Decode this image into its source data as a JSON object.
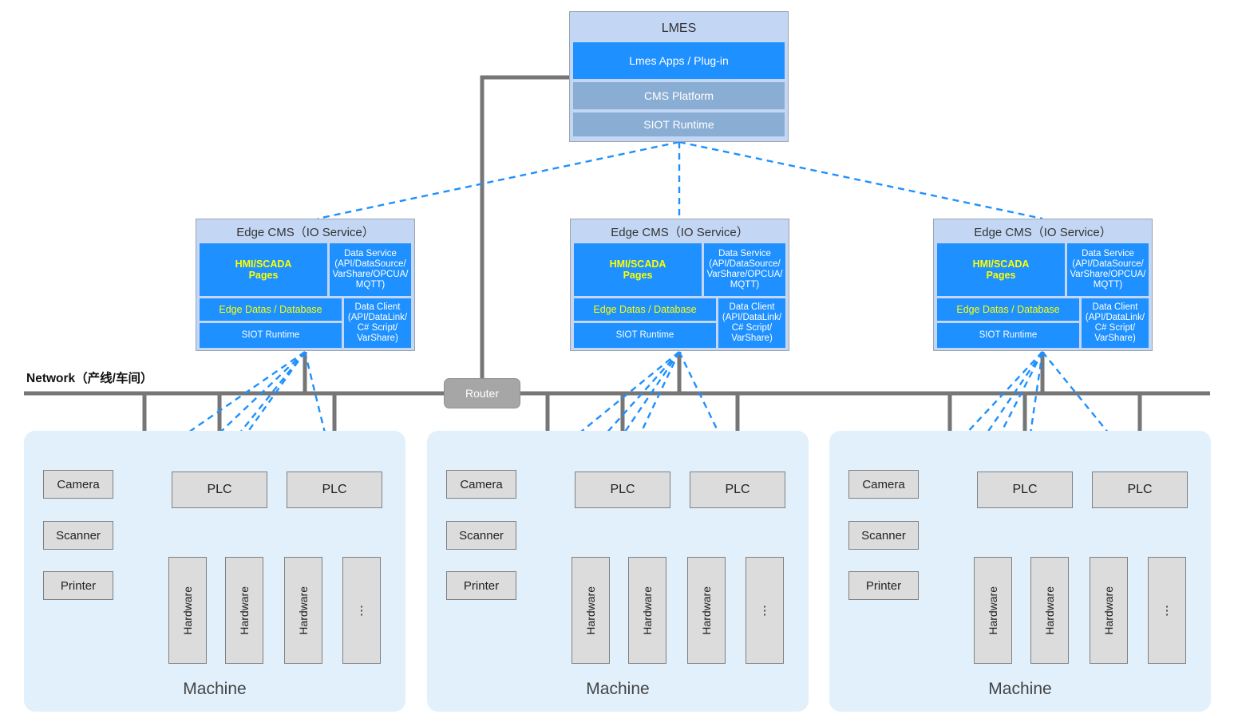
{
  "diagram": {
    "network_label": "Network（产线/车间）",
    "router_label": "Router",
    "machine_label": "Machine"
  },
  "lmes": {
    "title": "LMES",
    "rows": [
      {
        "label": "Lmes Apps / Plug-in",
        "color": "#1e90ff"
      },
      {
        "label": "CMS Platform",
        "color": "#8aadd4"
      },
      {
        "label": "SIOT Runtime",
        "color": "#8aadd4"
      }
    ]
  },
  "edge_cms": {
    "title": "Edge CMS（IO Service）",
    "hmi_scada": "HMI/SCADA\nPages",
    "hmi_scada_line1": "HMI/SCADA",
    "hmi_scada_line2": "Pages",
    "data_service": "Data Service\n(API/DataSource/\nVarShare/OPCUA/\nMQTT)",
    "data_service_lines": [
      "Data Service",
      "(API/DataSource/",
      "VarShare/OPCUA/",
      "MQTT)"
    ],
    "edge_datas": "Edge Datas / Database",
    "siot_runtime": "SIOT Runtime",
    "data_client": "Data Client\n(API/DataLink/\nC# Script/\nVarShare)",
    "data_client_lines": [
      "Data Client",
      "(API/DataLink/",
      "C# Script/",
      "VarShare)"
    ],
    "instances": [
      {
        "id": "edge-1"
      },
      {
        "id": "edge-2"
      },
      {
        "id": "edge-3"
      }
    ]
  },
  "machines": [
    {
      "label": "Machine",
      "devices": [
        "Camera",
        "Scanner",
        "Printer"
      ],
      "plcs": [
        {
          "label": "PLC",
          "children": [
            "Hardware",
            "Hardware"
          ]
        },
        {
          "label": "PLC",
          "children": [
            "Hardware",
            "⋮"
          ]
        }
      ]
    },
    {
      "label": "Machine",
      "devices": [
        "Camera",
        "Scanner",
        "Printer"
      ],
      "plcs": [
        {
          "label": "PLC",
          "children": [
            "Hardware",
            "Hardware"
          ]
        },
        {
          "label": "PLC",
          "children": [
            "Hardware",
            "⋮"
          ]
        }
      ]
    },
    {
      "label": "Machine",
      "devices": [
        "Camera",
        "Scanner",
        "Printer"
      ],
      "plcs": [
        {
          "label": "PLC",
          "children": [
            "Hardware",
            "Hardware"
          ]
        },
        {
          "label": "PLC",
          "children": [
            "Hardware",
            "⋮"
          ]
        }
      ]
    }
  ],
  "colors": {
    "accent_blue": "#1e90ff",
    "muted_blue": "#8aadd4",
    "panel_blue": "#c3d7f5",
    "machine_bg": "#e1f0fb",
    "box_gray": "#dcdcdc",
    "wire_gray": "#767676",
    "wire_blue": "#1e90ff",
    "highlight_yellow": "#ffff00"
  }
}
